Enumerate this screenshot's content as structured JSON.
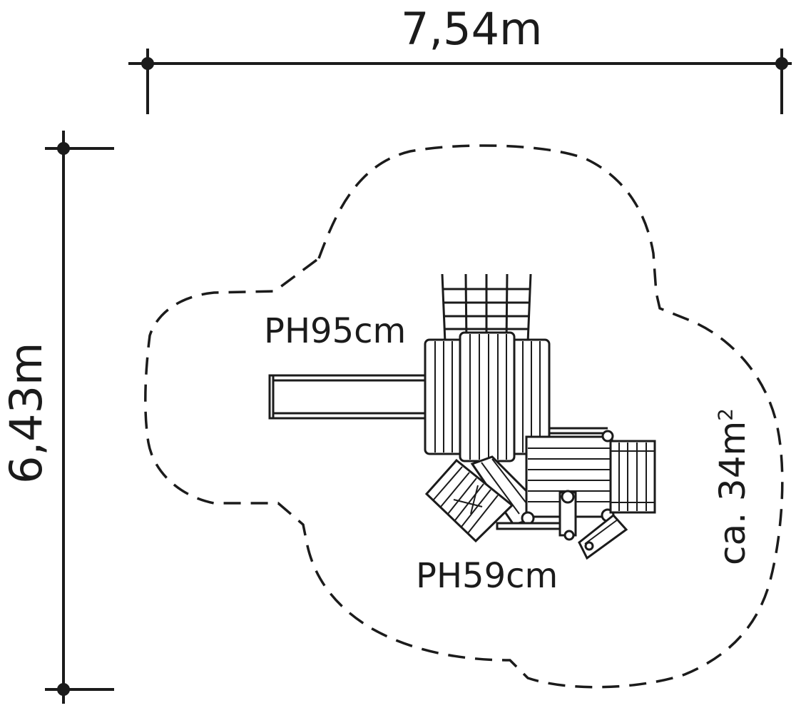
{
  "dimensions": {
    "width_label": "7,54m",
    "height_label": "6,43m"
  },
  "labels": {
    "upper_platform_height": "PH95cm",
    "lower_platform_height": "PH59cm",
    "area_prefix": "ca. 34m",
    "area_superscript": "2"
  },
  "colors": {
    "line": "#1b1b1b",
    "background": "#ffffff"
  }
}
